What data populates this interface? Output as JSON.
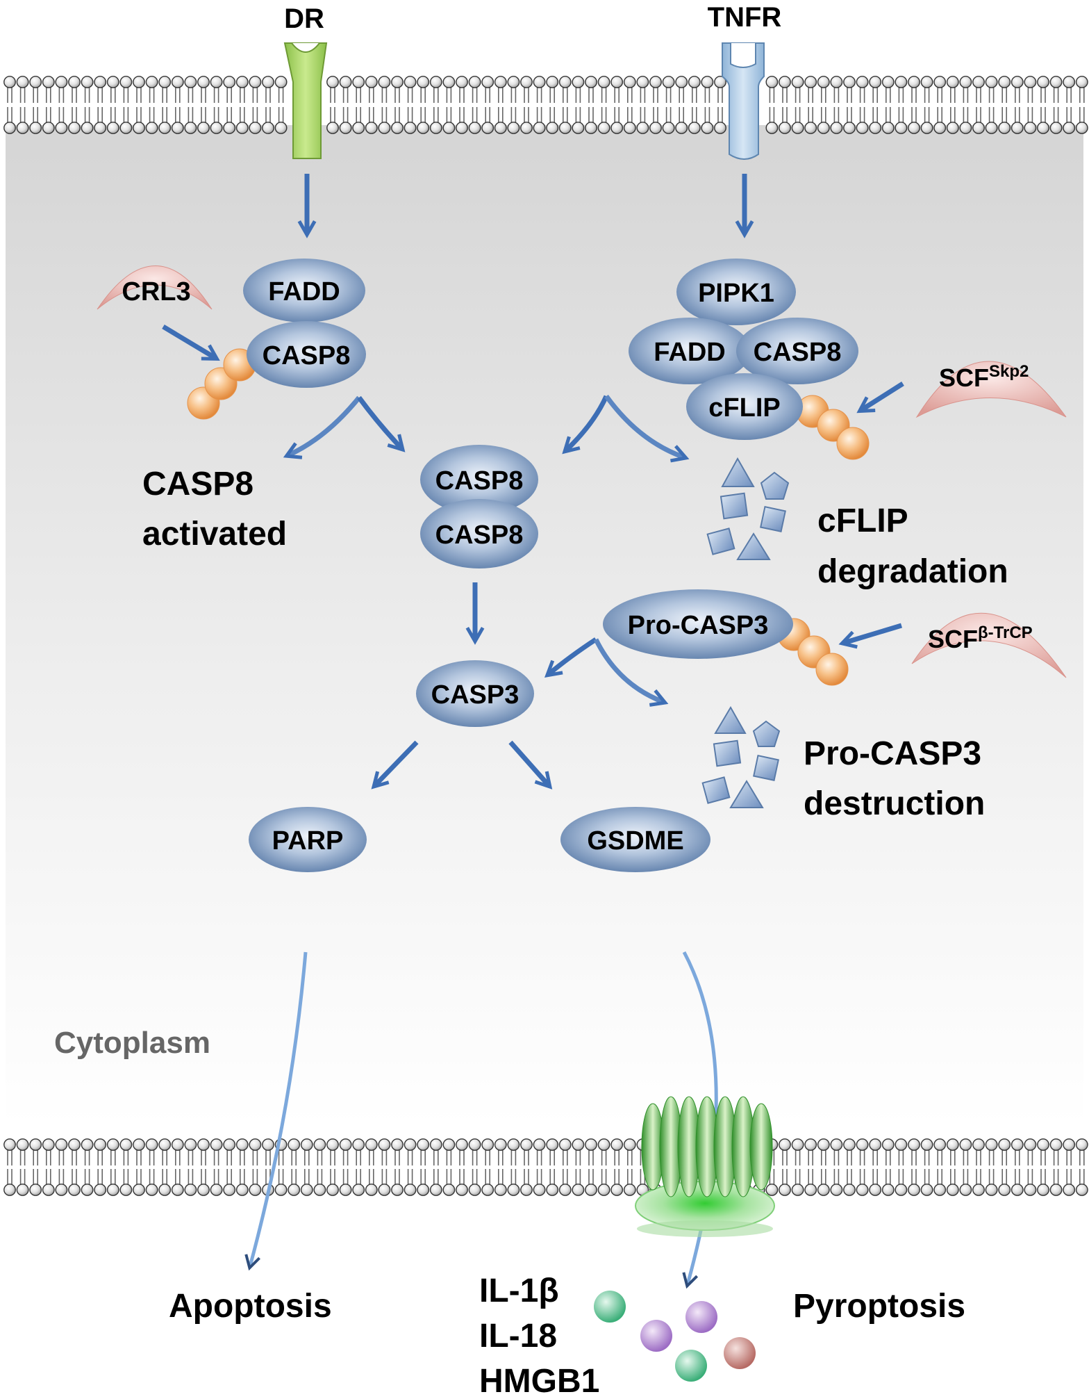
{
  "receptors": {
    "dr": "DR",
    "tnfr": "TNFR"
  },
  "compartment": {
    "label": "Cytoplasm"
  },
  "ligases": {
    "crl3": "CRL3",
    "scf_skp2_base": "SCF",
    "scf_skp2_super": "Skp2",
    "scf_btrcp_base": "SCF",
    "scf_btrcp_super": "β-TrCP"
  },
  "proteins": {
    "fadd_left": "FADD",
    "casp8_left": "CASP8",
    "pipk1": "PIPK1",
    "fadd_right": "FADD",
    "casp8_right": "CASP8",
    "cflip": "cFLIP",
    "casp8_dimer_top": "CASP8",
    "casp8_dimer_bottom": "CASP8",
    "pro_casp3": "Pro-CASP3",
    "casp3": "CASP3",
    "parp": "PARP",
    "gsdme": "GSDME"
  },
  "labels": {
    "casp8_activated_line1": "CASP8",
    "casp8_activated_line2": "activated",
    "cflip_degradation_line1": "cFLIP",
    "cflip_degradation_line2": "degradation",
    "pro_casp3_destruction_line1": "Pro-CASP3",
    "pro_casp3_destruction_line2": "destruction",
    "apoptosis": "Apoptosis",
    "pyroptosis": "Pyroptosis",
    "cytokine1": "IL-1β",
    "cytokine2": "IL-18",
    "cytokine3": "HMGB1"
  },
  "colors": {
    "protein": "#5a7ba8",
    "arrow": "#3d6eb5",
    "ligase": "#e4a9a4",
    "ubiquitin": "#f0a25c",
    "dr_receptor": "#a9d465",
    "tnfr_receptor": "#a9c8e4",
    "pore": "#3fa53a"
  }
}
